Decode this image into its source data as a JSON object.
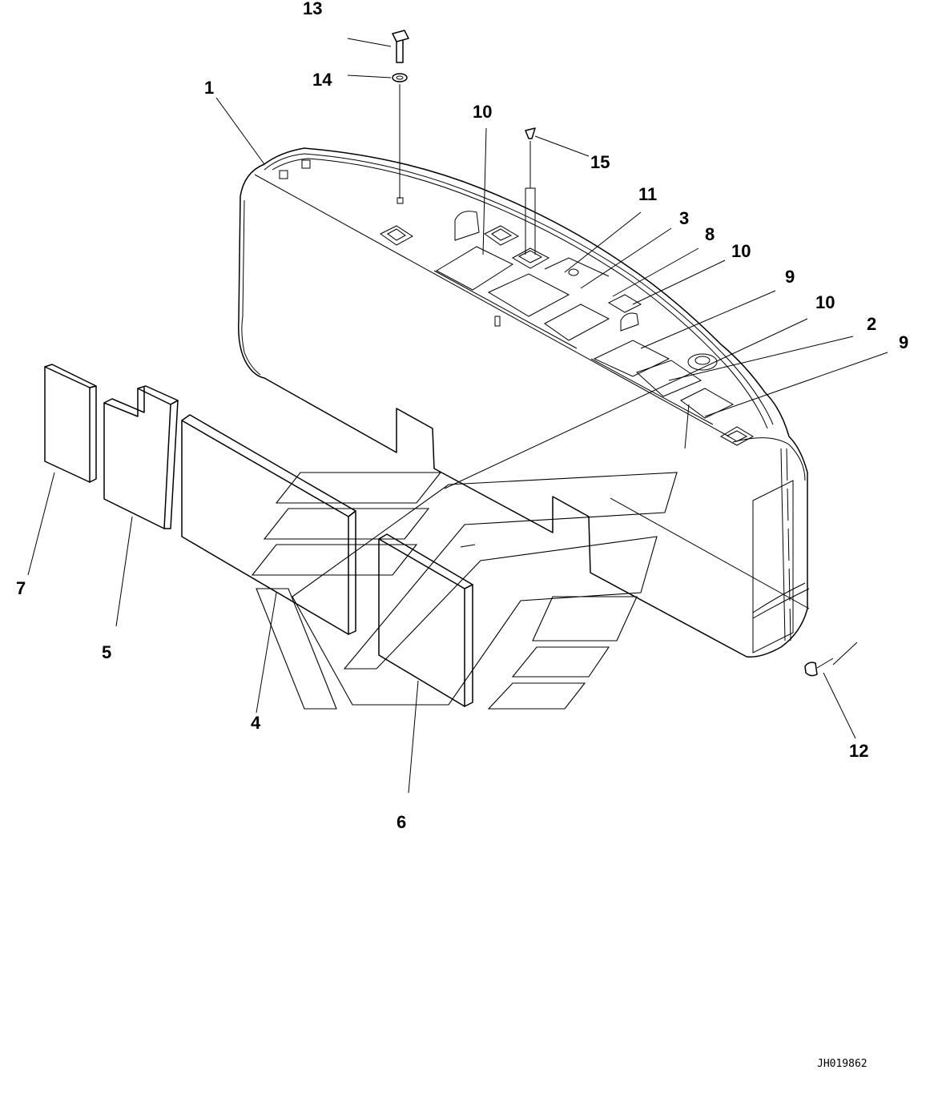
{
  "drawing_code": "JH019862",
  "callouts": {
    "c1": "1",
    "c2": "2",
    "c3": "3",
    "c4": "4",
    "c5": "5",
    "c6": "6",
    "c7": "7",
    "c8": "8",
    "c9a": "9",
    "c9b": "9",
    "c10a": "10",
    "c10b": "10",
    "c10c": "10",
    "c11": "11",
    "c12": "12",
    "c13": "13",
    "c14": "14",
    "c15": "15"
  }
}
